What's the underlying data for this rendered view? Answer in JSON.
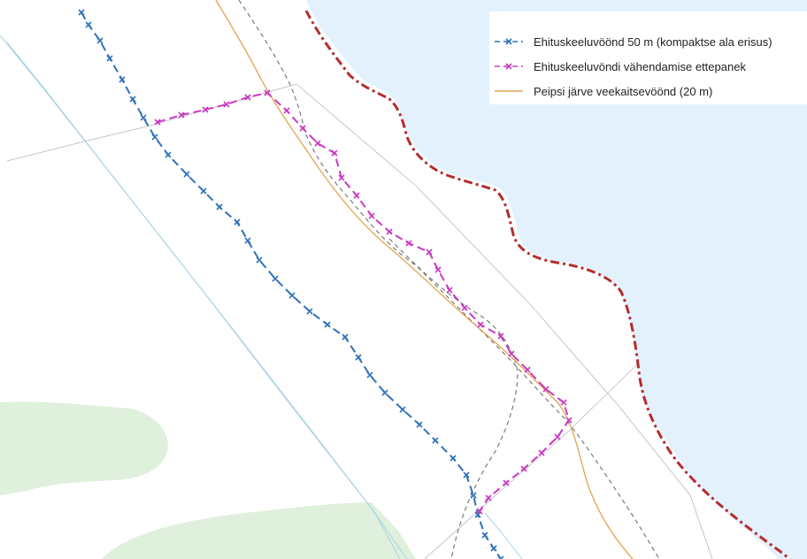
{
  "colors": {
    "water": "#e3f1fd",
    "forest": "#dff0dc",
    "shoreline": "#b32d2d",
    "blue_line": "#2f72b8",
    "magenta_line": "#c93ac4",
    "orange_line": "#e3a54f",
    "dashed_gray": "#7a7a7a",
    "thin_blue": "#a9d3e6",
    "thin_gray": "#b9b9b9"
  },
  "legend": {
    "items": [
      {
        "label": "Ehituskeeluvöönd 50 m (kompaktse ala erisus)",
        "style": "blue-cross-dashed"
      },
      {
        "label": "Ehituskeeluvöndi vähendamise ettepanek",
        "style": "magenta-cross-dashed"
      },
      {
        "label": "Peipsi järve veekaitsevöönd (20 m)",
        "style": "orange-solid"
      }
    ]
  }
}
